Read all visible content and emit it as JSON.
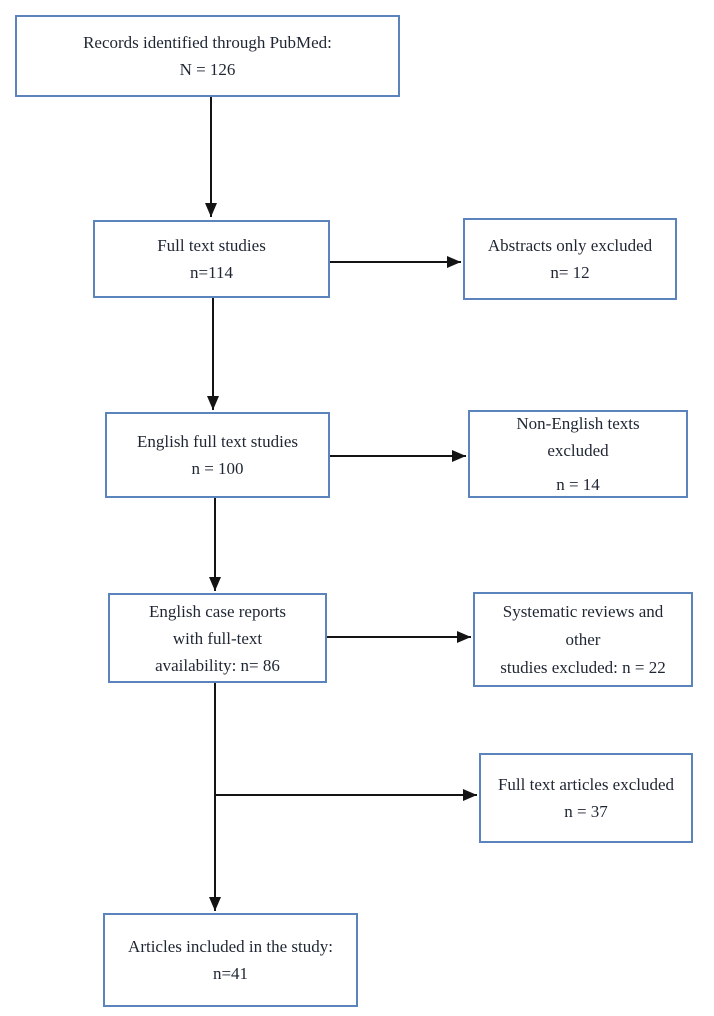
{
  "diagram": {
    "colors": {
      "box_border": "#5b84bd",
      "box_fill": "#ffffff",
      "text": "#1f2633",
      "arrow": "#141414",
      "background": "#ffffff"
    },
    "boxes": [
      {
        "id": "records-identified",
        "lines": [
          "Records identified through PubMed:",
          "N = 126"
        ]
      },
      {
        "id": "full-text-studies",
        "lines": [
          "Full text studies",
          "n=114"
        ]
      },
      {
        "id": "abstracts-only-excluded",
        "lines": [
          "Abstracts only excluded",
          "n= 12"
        ]
      },
      {
        "id": "english-full-text-studies",
        "lines": [
          "English full text studies",
          "n = 100"
        ]
      },
      {
        "id": "non-english-texts-excluded",
        "lines": [
          "Non-English texts",
          "excluded",
          "n = 14"
        ]
      },
      {
        "id": "english-case-reports",
        "lines": [
          "English case reports",
          "with full-text",
          "availability: n= 86"
        ]
      },
      {
        "id": "systematic-reviews-excluded",
        "lines": [
          "Systematic reviews and",
          "other",
          "studies excluded: n = 22"
        ]
      },
      {
        "id": "full-text-articles-excluded",
        "lines": [
          "Full text articles excluded",
          "n = 37"
        ]
      },
      {
        "id": "articles-included",
        "lines": [
          "Articles included in the study:",
          "n=41"
        ]
      }
    ],
    "connections": [
      {
        "from": "records-identified",
        "to": "full-text-studies"
      },
      {
        "from": "full-text-studies",
        "to": "abstracts-only-excluded"
      },
      {
        "from": "full-text-studies",
        "to": "english-full-text-studies"
      },
      {
        "from": "english-full-text-studies",
        "to": "non-english-texts-excluded"
      },
      {
        "from": "english-full-text-studies",
        "to": "english-case-reports"
      },
      {
        "from": "english-case-reports",
        "to": "systematic-reviews-excluded"
      },
      {
        "from": "english-case-reports",
        "to": "full-text-articles-excluded"
      },
      {
        "from": "english-case-reports",
        "to": "articles-included"
      }
    ]
  }
}
